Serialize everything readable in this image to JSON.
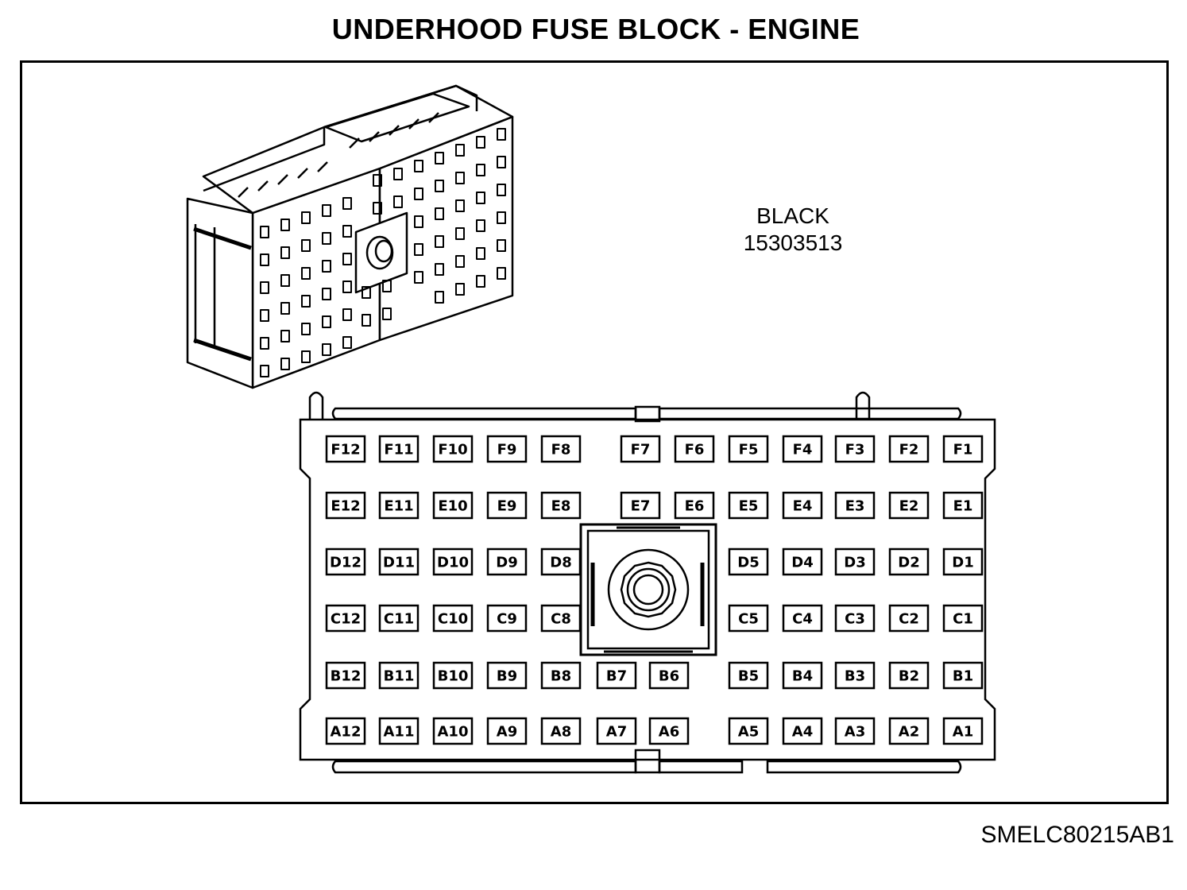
{
  "header": {
    "title": "UNDERHOOD FUSE BLOCK - ENGINE"
  },
  "connector": {
    "color": "BLACK",
    "part_number": "15303513",
    "rows": [
      [
        "F12",
        "F11",
        "F10",
        "F9",
        "F8",
        "F7",
        "F6",
        "F5",
        "F4",
        "F3",
        "F2",
        "F1"
      ],
      [
        "E12",
        "E11",
        "E10",
        "E9",
        "E8",
        "E7",
        "E6",
        "E5",
        "E4",
        "E3",
        "E2",
        "E1"
      ],
      [
        "D12",
        "D11",
        "D10",
        "D9",
        "D8",
        "D5",
        "D4",
        "D3",
        "D2",
        "D1"
      ],
      [
        "C12",
        "C11",
        "C10",
        "C9",
        "C8",
        "C5",
        "C4",
        "C3",
        "C2",
        "C1"
      ],
      [
        "B12",
        "B11",
        "B10",
        "B9",
        "B8",
        "B7",
        "B6",
        "B5",
        "B4",
        "B3",
        "B2",
        "B1"
      ],
      [
        "A12",
        "A11",
        "A10",
        "A9",
        "A8",
        "A7",
        "A6",
        "A5",
        "A4",
        "A3",
        "A2",
        "A1"
      ]
    ]
  },
  "footer": {
    "figure_id": "SMELC80215AB1"
  },
  "icons": {
    "perspective_view": "connector-perspective-icon",
    "center_bolt": "center-bolt-icon"
  }
}
